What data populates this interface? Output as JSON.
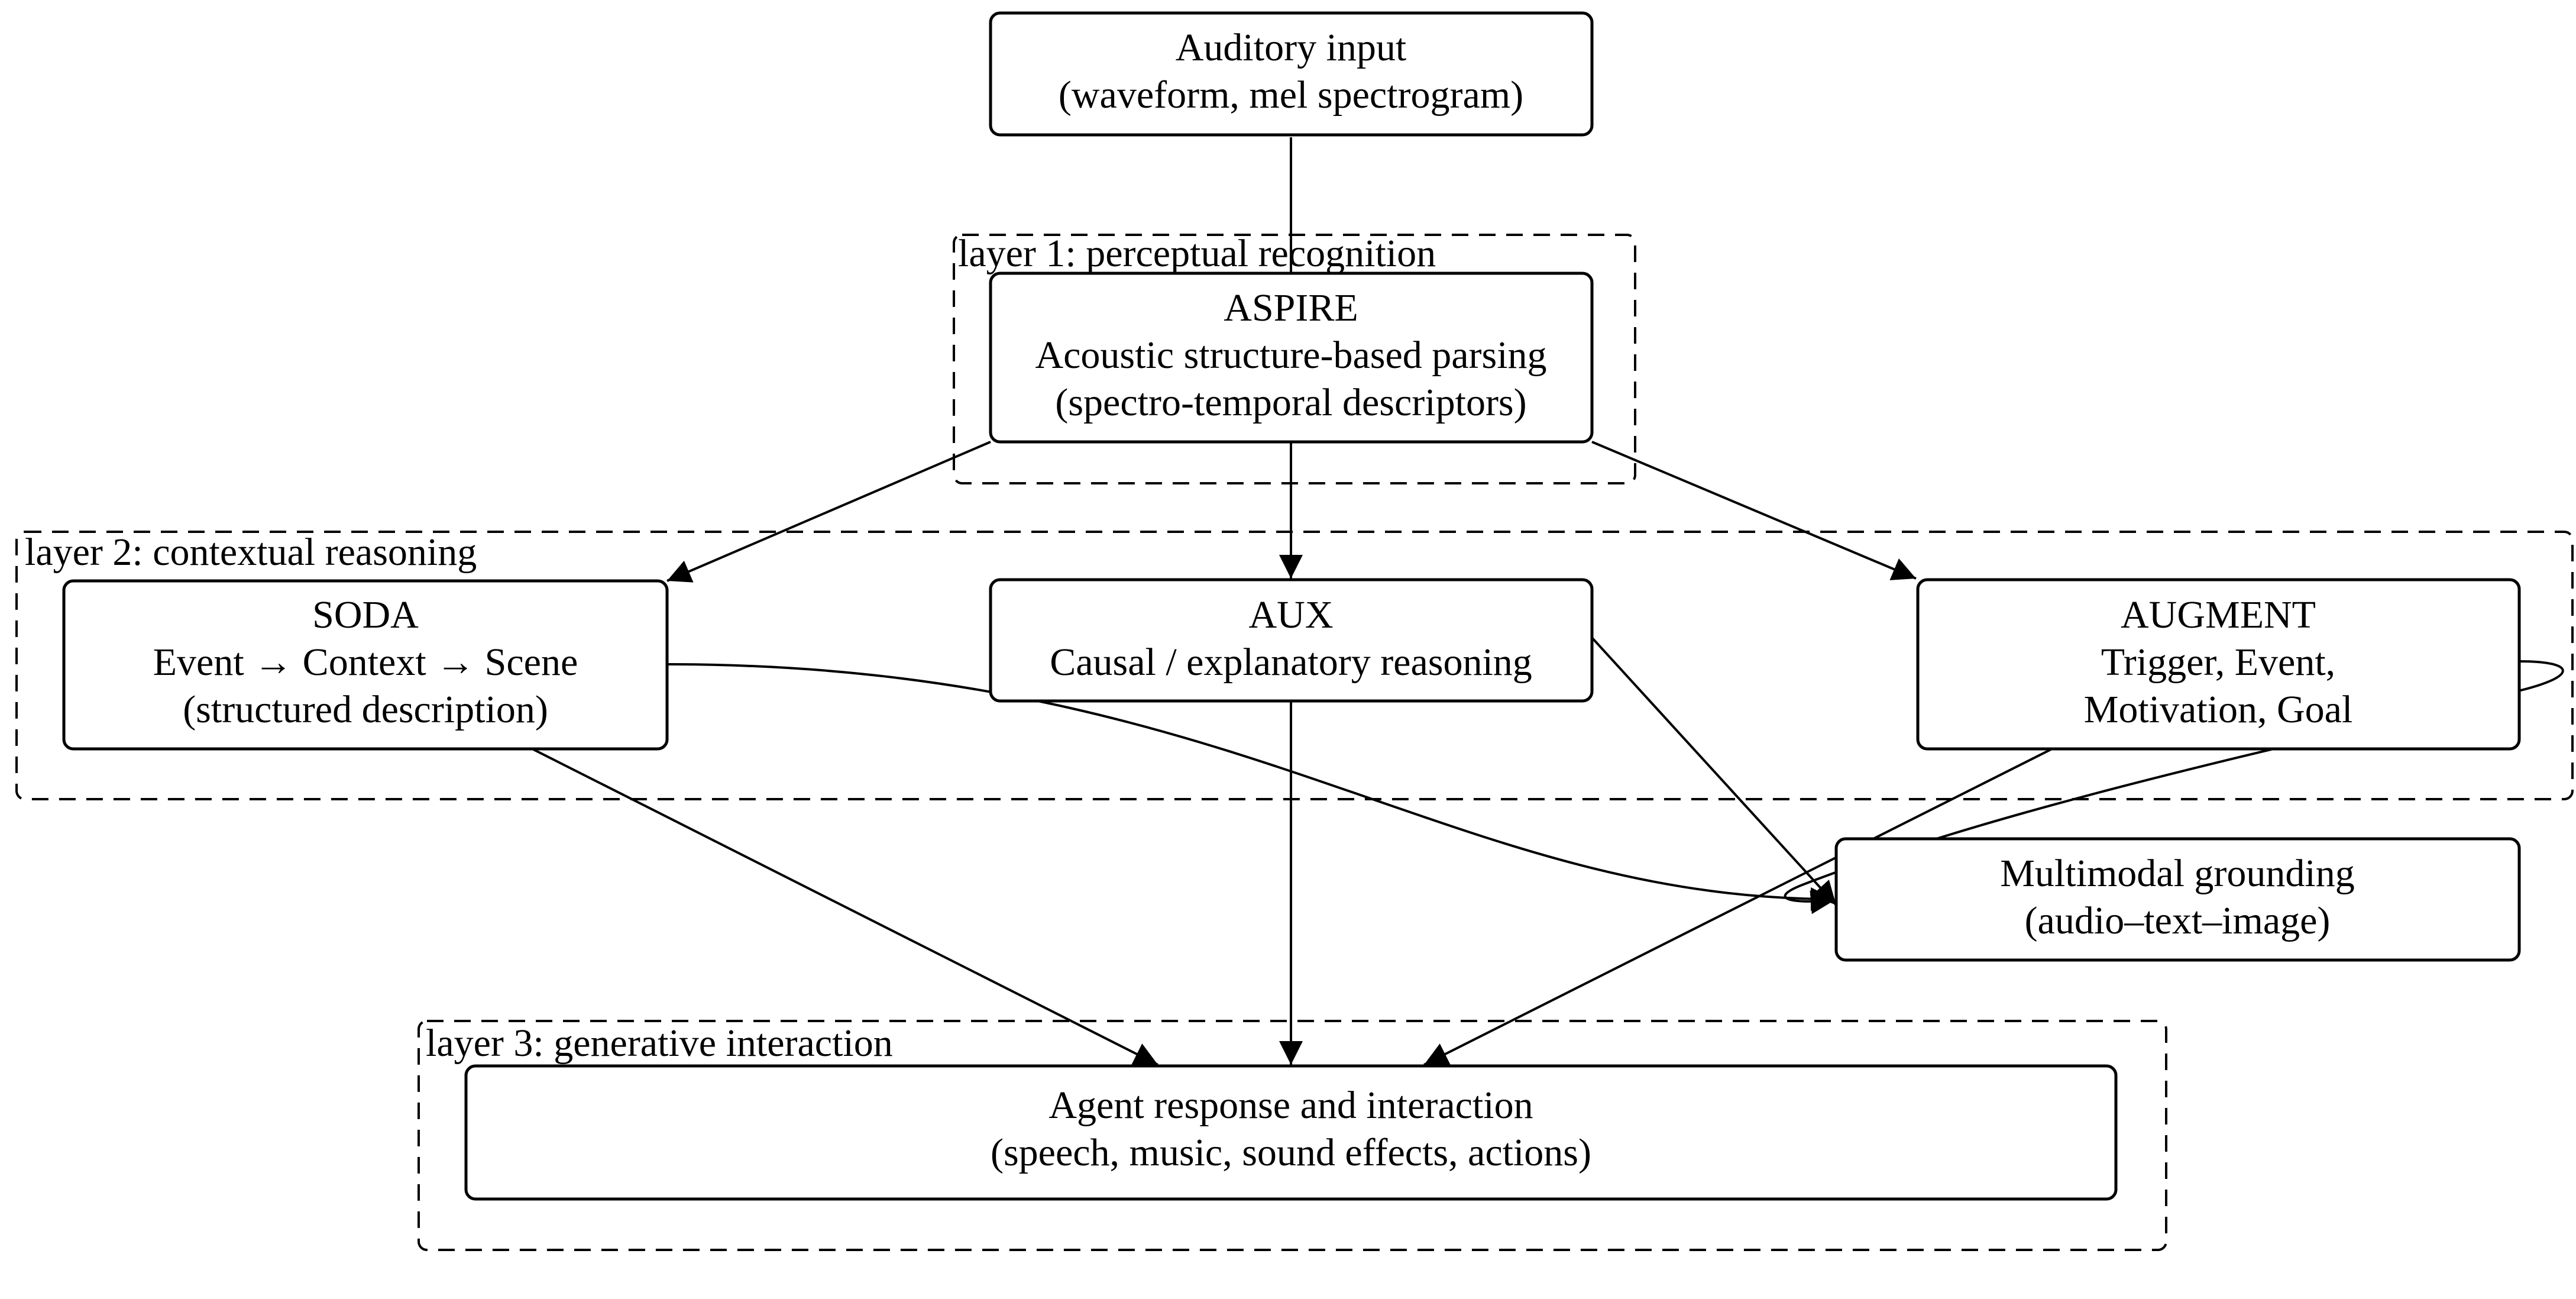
{
  "layers": {
    "layer1": "layer 1: perceptual recognition",
    "layer2": "layer 2: contextual reasoning",
    "layer3": "layer 3: generative interaction"
  },
  "nodes": {
    "input": {
      "line1": "Auditory input",
      "line2": "(waveform, mel spectrogram)"
    },
    "aspire": {
      "line1": "ASPIRE",
      "line2": "Acoustic structure-based parsing",
      "line3": "(spectro-temporal descriptors)"
    },
    "soda": {
      "line1": "SODA",
      "line2": "Event → Context → Scene",
      "line3": "(structured description)"
    },
    "aux": {
      "line1": "AUX",
      "line2": "Causal / explanatory reasoning"
    },
    "augment": {
      "line1": "AUGMENT",
      "line2": "Trigger, Event,",
      "line3": "Motivation, Goal"
    },
    "grounding": {
      "line1": "Multimodal grounding",
      "line2": "(audio–text–image)"
    },
    "agent": {
      "line1": "Agent response and interaction",
      "line2": "(speech, music, sound effects, actions)"
    }
  }
}
